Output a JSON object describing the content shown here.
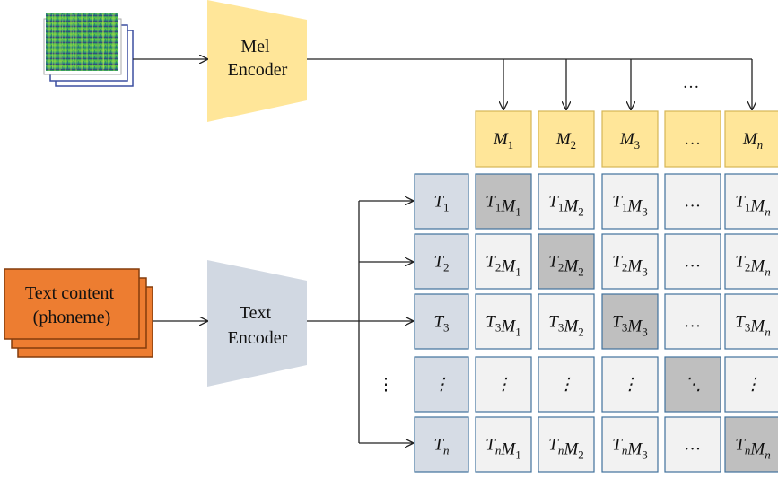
{
  "encoders": {
    "mel": [
      "Mel",
      "Encoder"
    ],
    "text": [
      "Text",
      "Encoder"
    ]
  },
  "text_input": {
    "lines": [
      "Text content",
      "(phoneme)"
    ]
  },
  "mel_ellipsis": "…",
  "row_ellipsis": "⋮",
  "mel_header": [
    "M_1",
    "M_2",
    "M_3",
    "…",
    "M_n"
  ],
  "text_column": [
    "T_1",
    "T_2",
    "T_3",
    "⋮",
    "T_n"
  ],
  "matrix": [
    [
      "T_1M_1",
      "T_1M_2",
      "T_1M_3",
      "…",
      "T_1M_n"
    ],
    [
      "T_2M_1",
      "T_2M_2",
      "T_2M_3",
      "…",
      "T_2M_n"
    ],
    [
      "T_3M_1",
      "T_3M_2",
      "T_3M_3",
      "…",
      "T_3M_n"
    ],
    [
      "⋮",
      "⋮",
      "⋮",
      "⋱",
      "⋮"
    ],
    [
      "T_nM_1",
      "T_nM_2",
      "T_nM_3",
      "…",
      "T_nM_n"
    ]
  ],
  "colors": {
    "mel": "#FFE699",
    "mel_border": "#D6B656",
    "text_enc": "#D1D8E2",
    "text_cell": "#D6DCE5",
    "text_cell_border": "#41719C",
    "matrix_cell": "#F2F2F2",
    "diag_cell": "#BFBFBF",
    "orange": "#ED7D31",
    "orange_border": "#843C0C"
  }
}
